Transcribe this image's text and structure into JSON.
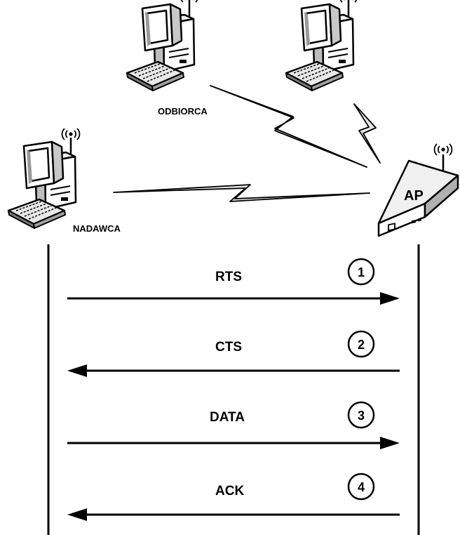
{
  "nodes": {
    "receiver_label": "ODBIORCA",
    "sender_label": "NADAWCA",
    "ap_label": "AP"
  },
  "messages": [
    {
      "label": "RTS",
      "number": "1"
    },
    {
      "label": "CTS",
      "number": "2"
    },
    {
      "label": "DATA",
      "number": "3"
    },
    {
      "label": "ACK",
      "number": "4"
    }
  ]
}
